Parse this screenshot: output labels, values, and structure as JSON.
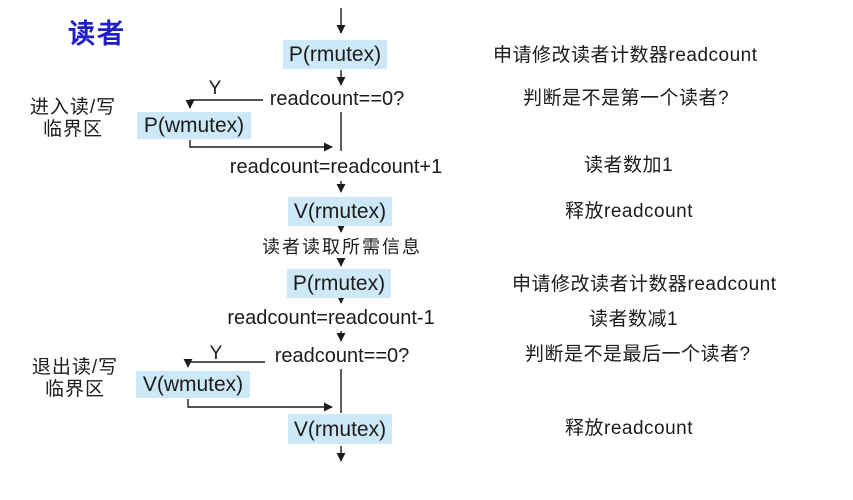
{
  "title": "读者",
  "colors": {
    "box_bg": "#cde8f7",
    "title_blue": "#1f1fc8",
    "line": "#1c1c1c"
  },
  "flowchart": {
    "boxes": {
      "p_rmutex_1": "P(rmutex)",
      "p_wmutex": "P(wmutex)",
      "v_rmutex_1": "V(rmutex)",
      "p_rmutex_2": "P(rmutex)",
      "v_wmutex": "V(wmutex)",
      "v_rmutex_2": "V(rmutex)"
    },
    "texts": {
      "decision_1": "readcount==0?",
      "assign_plus": "readcount=readcount+1",
      "read_info": "读者读取所需信息",
      "assign_minus": "readcount=readcount-1",
      "decision_2": "readcount==0?",
      "branch_yes_1": "Y",
      "branch_yes_2": "Y"
    },
    "side_labels": {
      "enter_line1": "进入读/写",
      "enter_line2": "临界区",
      "exit_line1": "退出读/写",
      "exit_line2": "临界区"
    }
  },
  "annotations": {
    "request_modify_1": "申请修改读者计数器readcount",
    "judge_first": "判断是不是第一个读者?",
    "count_plus": "读者数加1",
    "release_1": "释放readcount",
    "request_modify_2": "申请修改读者计数器readcount",
    "count_minus": "读者数减1",
    "judge_last": "判断是不是最后一个读者?",
    "release_2": "释放readcount"
  }
}
